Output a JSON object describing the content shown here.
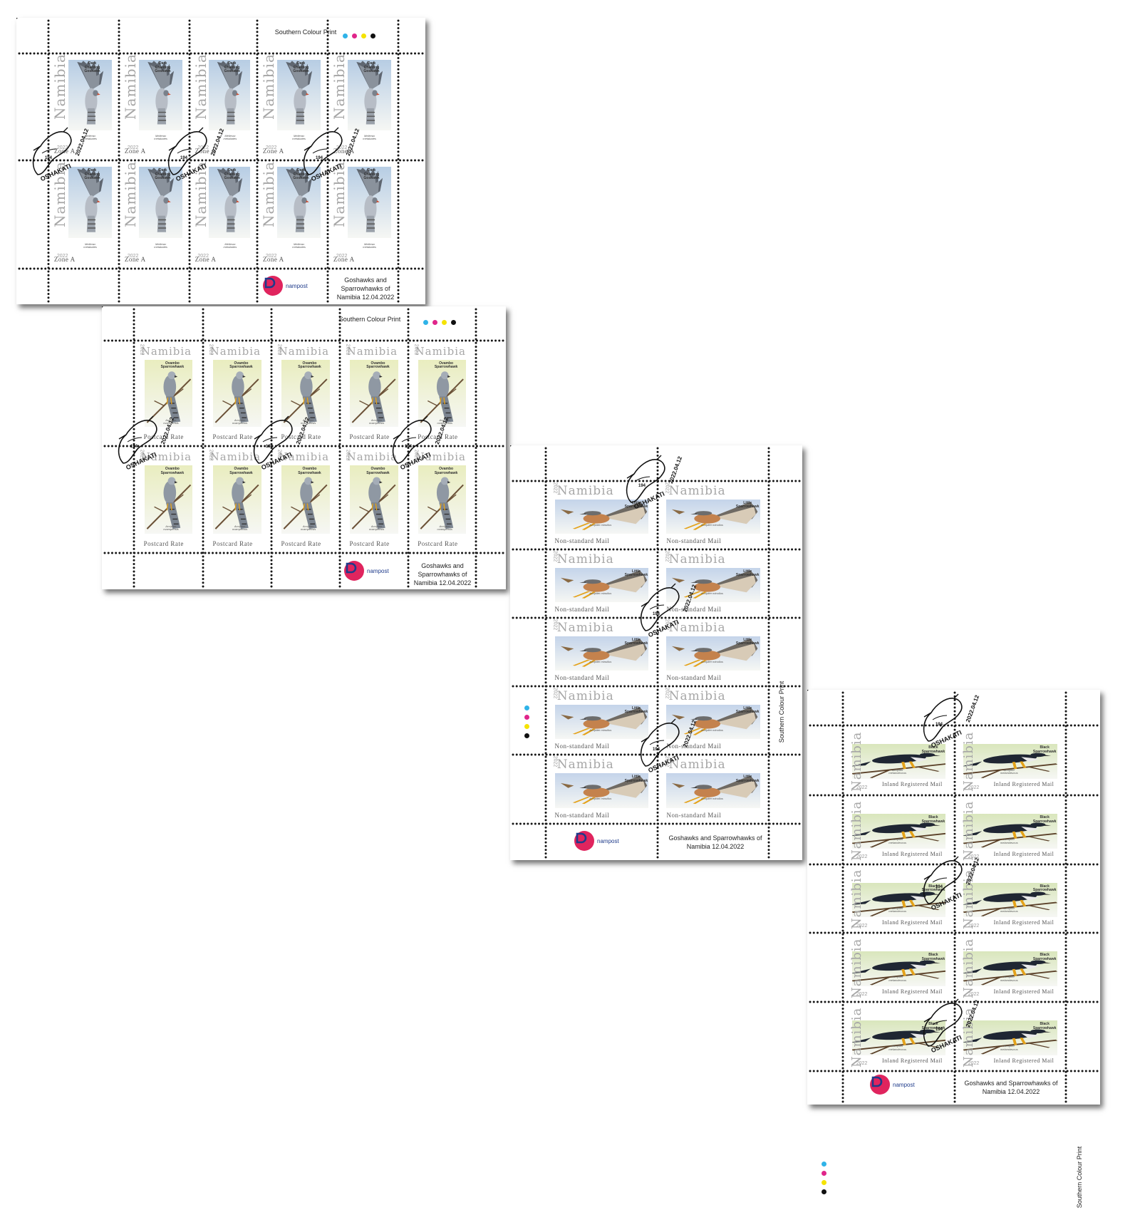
{
  "country": "Namibia",
  "year": "2022",
  "printer": "Southern Colour Print",
  "brand": "nampost",
  "issue_title": "Goshawks and Sparrowhawks of Namibia 12.04.2022",
  "postmark": {
    "town": "OSHAKATI",
    "date": "2022.04.12",
    "code": "194"
  },
  "colors": {
    "cyan": "#2fb3e8",
    "magenta": "#e0258a",
    "yellow": "#f5e300",
    "black": "#111111",
    "nampost_red": "#e0245e",
    "nampost_blue": "#1e3a8a"
  },
  "sheets": [
    {
      "id": "dark-chanting-goshawk",
      "rate": "Zone A",
      "common_name": "Dark Chanting Goshawk",
      "scientific_name": "Melierax metabates",
      "rows": 2,
      "cols": 5,
      "stamp_bg": "#b7cde4"
    },
    {
      "id": "ovambo-sparrowhawk",
      "rate": "Postcard Rate",
      "common_name": "Ovambo Sparrowhawk",
      "scientific_name": "Accipiter ovampensis",
      "rows": 2,
      "cols": 5,
      "stamp_bg": "#e9edbf"
    },
    {
      "id": "little-sparrowhawk",
      "rate": "Non-standard Mail",
      "common_name": "Little Sparrowhawk",
      "scientific_name": "Accipiter minullus",
      "rows": 5,
      "cols": 2,
      "stamp_bg": "#c4d4ea"
    },
    {
      "id": "black-sparrowhawk",
      "rate": "Inland Registered Mail",
      "common_name": "Black Sparrowhawk",
      "scientific_name": "Accipiter melanoleucus",
      "rows": 5,
      "cols": 2,
      "stamp_bg": "#d9e6bc"
    }
  ]
}
